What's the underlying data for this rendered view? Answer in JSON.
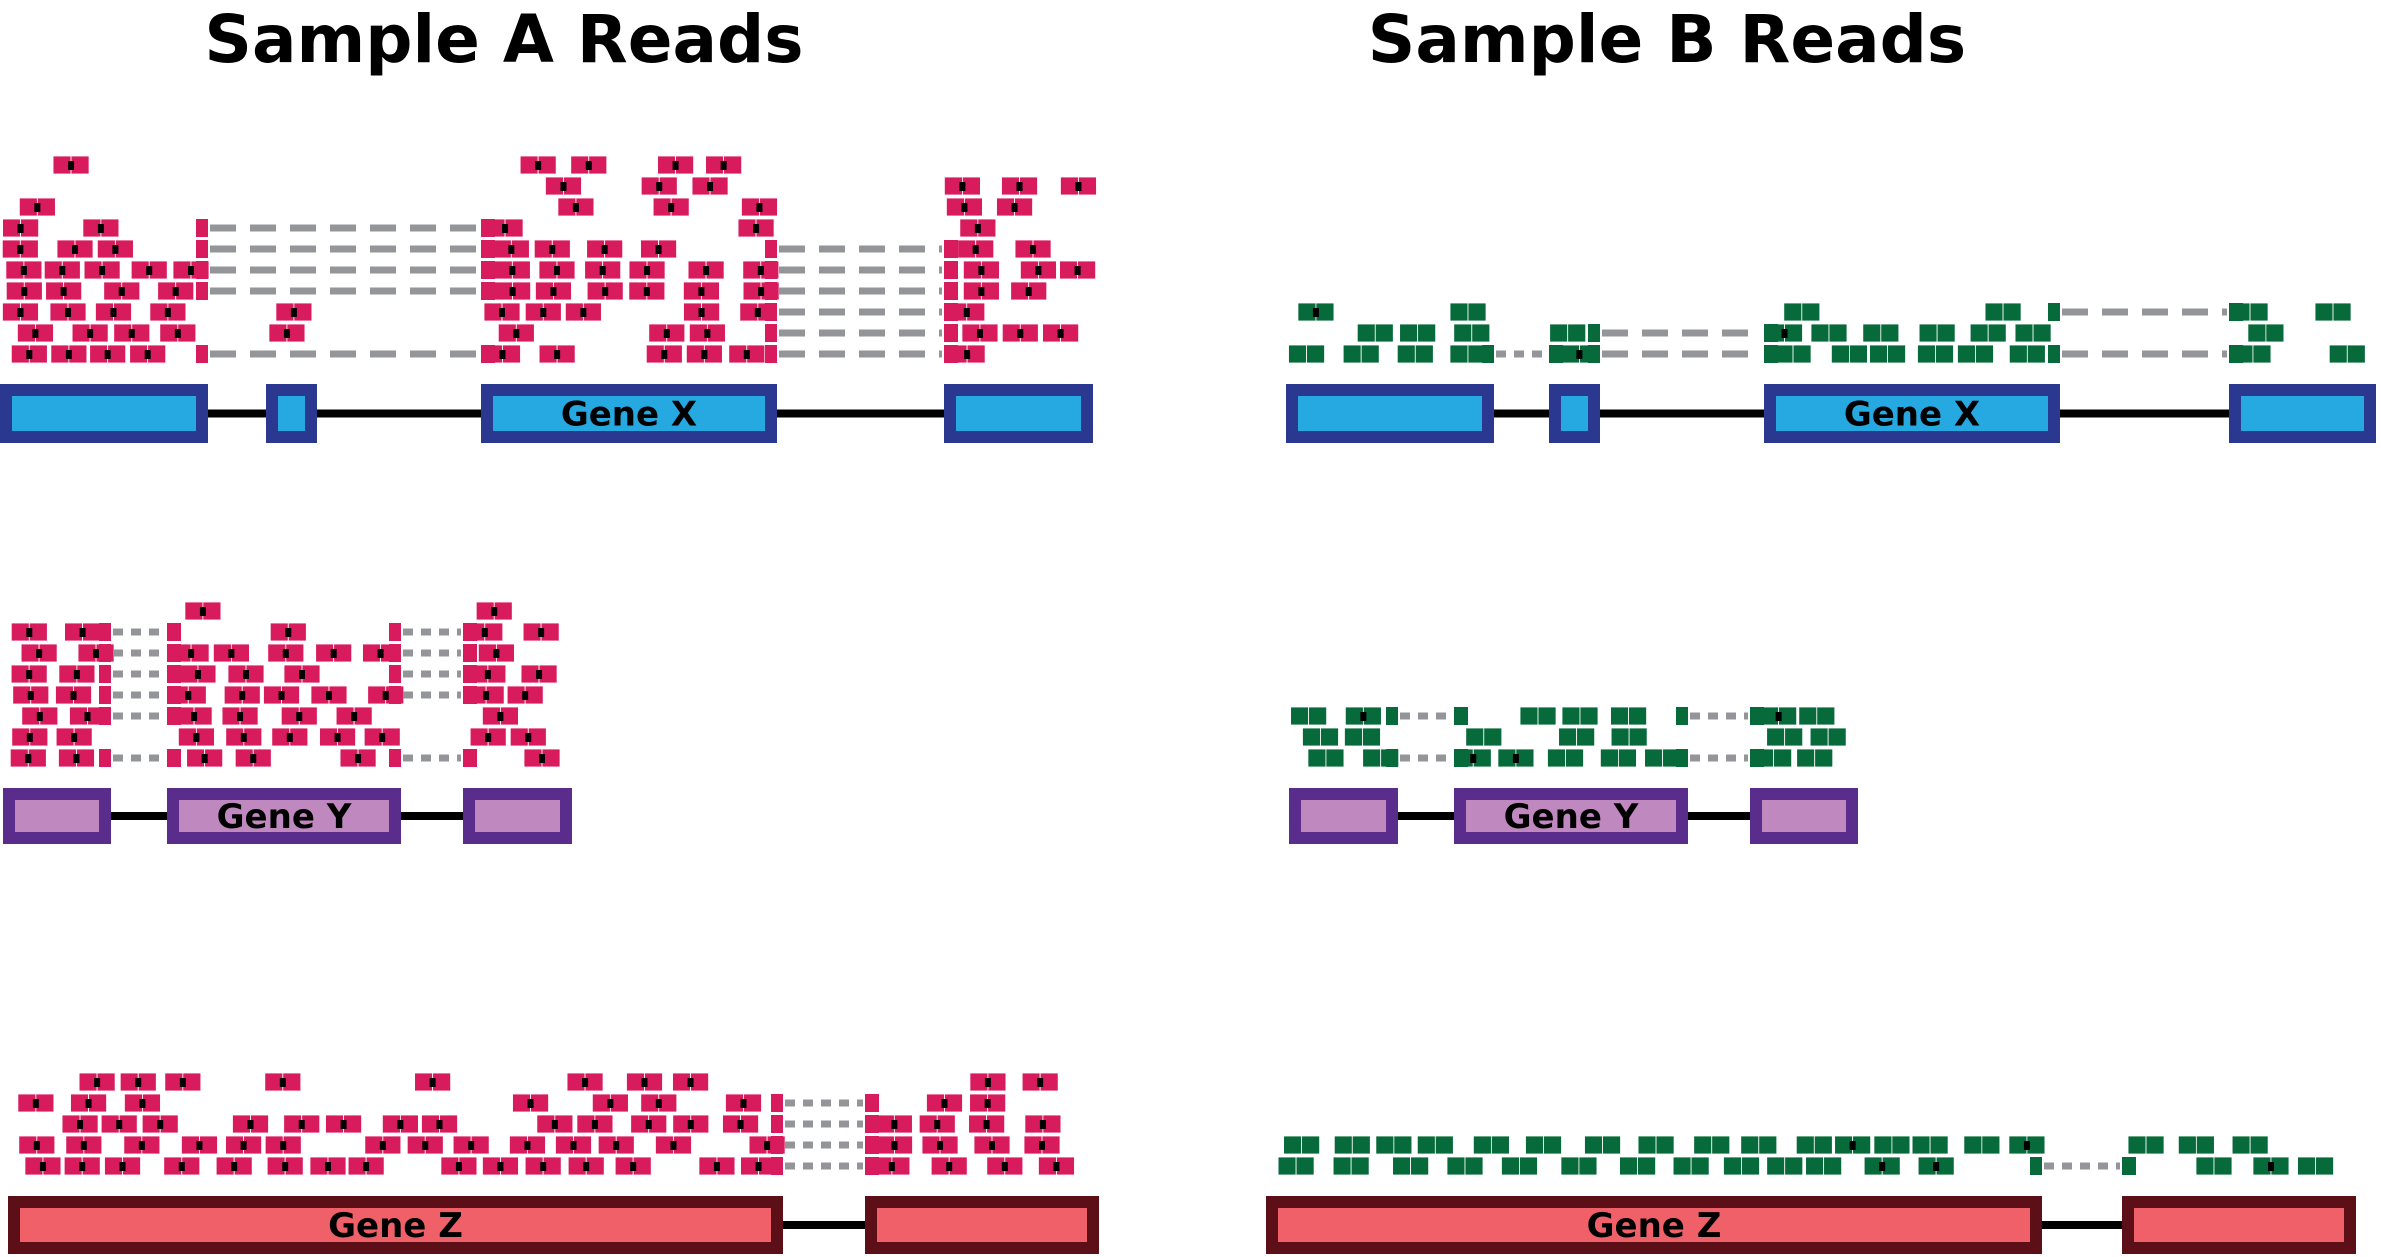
{
  "panels": [
    {
      "title": "Sample A Reads",
      "read_color": "#d81b5c",
      "read_label": "Sample A"
    },
    {
      "title": "Sample B Reads",
      "read_color": "#066a3a",
      "read_label": "Sample B"
    }
  ],
  "genes": [
    {
      "label": "Gene X",
      "exon_fill": "#25a9e0",
      "exon_border": "#2a388f"
    },
    {
      "label": "Gene Y",
      "exon_fill": "#bf88be",
      "exon_border": "#5a2d8c"
    },
    {
      "label": "Gene Z",
      "exon_fill": "#f06069",
      "exon_border": "#5c0f16"
    }
  ],
  "colors": {
    "intron": "#000000",
    "junction": "#939598",
    "read_mark": "#000000"
  }
}
